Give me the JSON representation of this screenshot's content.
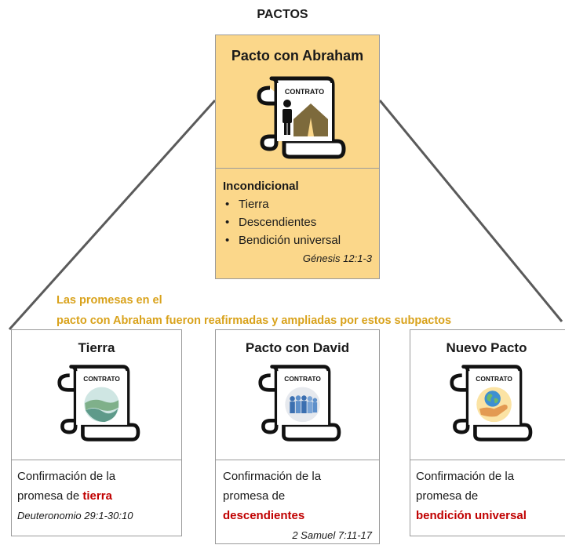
{
  "title": "PACTOS",
  "main": {
    "title": "Pacto con Abraham",
    "scroll_label": "CONTRATO",
    "condition": "Incondicional",
    "items": [
      "Tierra",
      "Descendientes",
      "Bendición universal"
    ],
    "reference": "Génesis 12:1-3",
    "icons": [
      "person-icon",
      "tent-icon"
    ]
  },
  "promise_note": {
    "line1": "Las promesas en el",
    "line2": "pacto con Abraham fueron reafirmadas y ampliadas por estos subpactos"
  },
  "cards": [
    {
      "title": "Tierra",
      "scroll_label": "CONTRATO",
      "text_prefix": "Confirmación de la",
      "text_prefix2": "promesa de",
      "highlight": "tierra",
      "reference": "Deuteronomio 29:1-30:10",
      "icon": "landscape-icon"
    },
    {
      "title": "Pacto con David",
      "scroll_label": "CONTRATO",
      "text_prefix": "Confirmación de la",
      "text_prefix2": "promesa de",
      "highlight": "descendientes",
      "reference": "2 Samuel 7:11-17",
      "icon": "people-icon"
    },
    {
      "title": "Nuevo Pacto",
      "scroll_label": "CONTRATO",
      "text_prefix": "Confirmación de la",
      "text_prefix2": "promesa de",
      "highlight": "bendición universal",
      "reference": "",
      "icon": "globe-hand-icon"
    }
  ],
  "colors": {
    "main_fill": "#fbd78a",
    "note_text": "#d9a21b",
    "highlight": "#c00000",
    "connector": "#5a5a5a"
  }
}
